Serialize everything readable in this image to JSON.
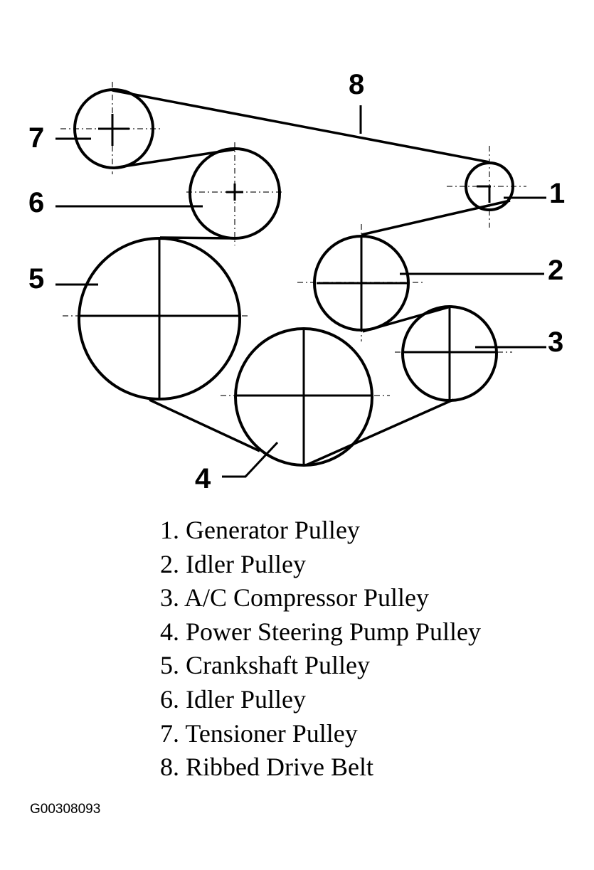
{
  "diagram": {
    "callouts": [
      "1",
      "2",
      "3",
      "4",
      "5",
      "6",
      "7",
      "8"
    ]
  },
  "legend": {
    "items": [
      "1. Generator Pulley",
      "2. Idler Pulley",
      "3. A/C Compressor Pulley",
      "4. Power Steering Pump Pulley",
      "5. Crankshaft Pulley",
      "6. Idler Pulley",
      "7. Tensioner Pulley",
      "8. Ribbed Drive Belt"
    ]
  },
  "figure_id": "G00308093"
}
